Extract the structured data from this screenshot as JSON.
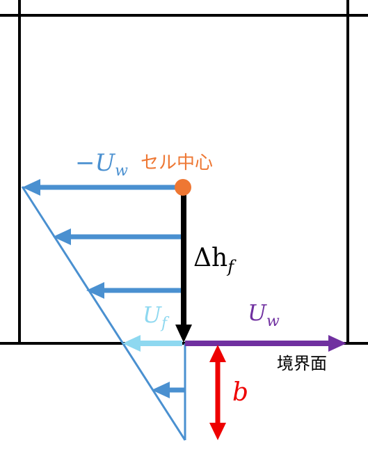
{
  "labels": {
    "neg_uw": "−U",
    "neg_uw_sub": "w",
    "cell_center": "セル中心",
    "delta": "Δh",
    "delta_sub": "f",
    "uf": "U",
    "uf_sub": "f",
    "uw": "U",
    "uw_sub": "w",
    "b": "b",
    "interface": "境界面"
  },
  "colors": {
    "grid": "#000000",
    "blue_arrow": "#4a90d0",
    "light_blue_arrow": "#8ed8f0",
    "orange": "#ee7733",
    "purple": "#7030a0",
    "red": "#ee0000",
    "black": "#000000"
  }
}
